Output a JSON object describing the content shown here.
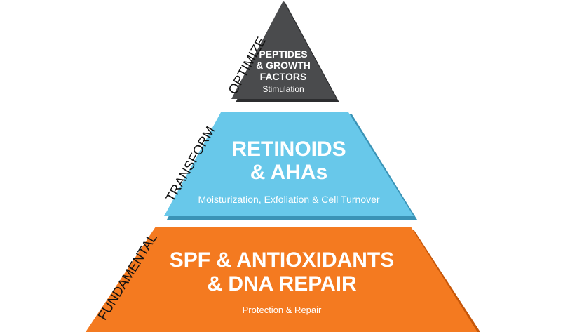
{
  "colors": {
    "top_tier": "#4a4b4d",
    "top_tier_shade": "#2c2d2f",
    "middle_tier": "#68c8ea",
    "middle_tier_shade": "#3a93b6",
    "bottom_tier": "#f47a20",
    "bottom_tier_shade": "#c65608",
    "text_on_tier": "#ffffff",
    "side_label": "#111111"
  },
  "tiers": {
    "top": {
      "side_label": "OPTIMIZE",
      "heading_lines": [
        "PEPTIDES",
        "& GROWTH",
        "FACTORS"
      ],
      "subtitle": "Stimulation"
    },
    "middle": {
      "side_label": "TRANSFORM",
      "heading_lines": [
        "RETINOIDS",
        "& AHAs"
      ],
      "subtitle": "Moisturization, Exfoliation & Cell Turnover"
    },
    "bottom": {
      "side_label": "FUNDAMENTAL",
      "heading_lines": [
        "SPF & ANTIOXIDANTS",
        "& DNA REPAIR"
      ],
      "subtitle": "Protection & Repair"
    }
  }
}
